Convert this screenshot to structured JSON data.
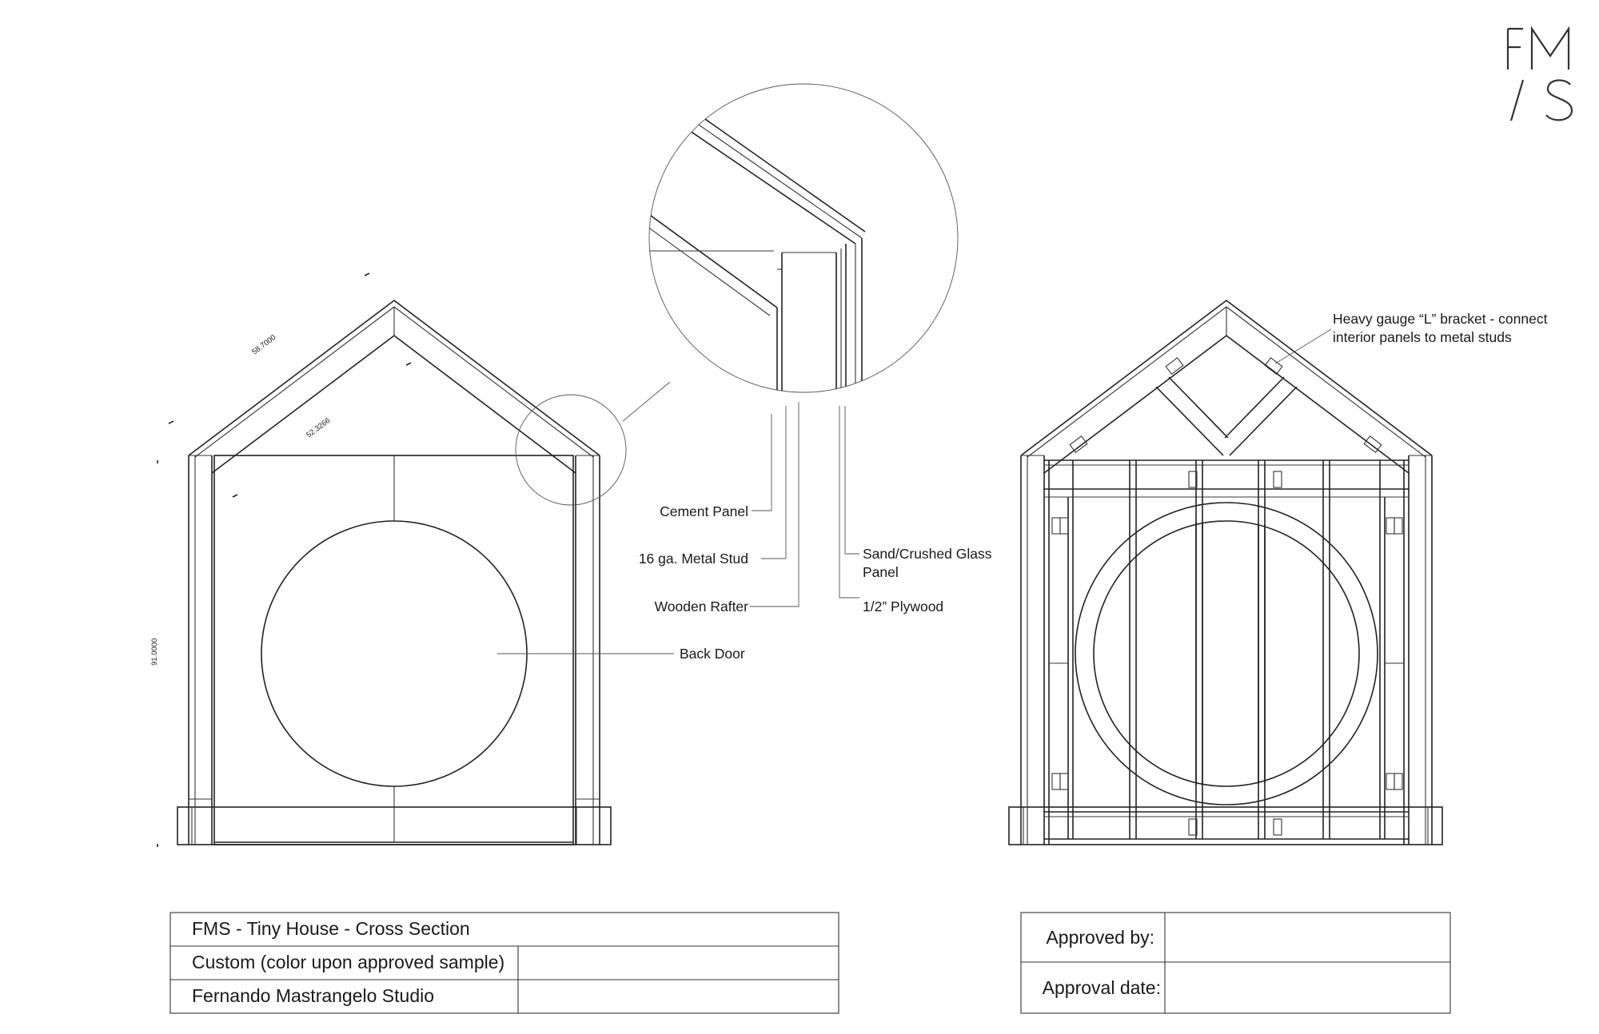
{
  "logo": {
    "line1": "FM",
    "line2": "/S"
  },
  "dimensions": {
    "roof_outer": "58.7000",
    "roof_inner": "52.3266",
    "wall_height": "91.0000"
  },
  "detail_labels": {
    "cement_panel": "Cement Panel",
    "metal_stud": "16 ga. Metal Stud",
    "wooden_rafter": "Wooden Rafter",
    "glass_panel_line1": "Sand/Crushed Glass",
    "glass_panel_line2": "Panel",
    "plywood": "1/2” Plywood",
    "back_door": "Back Door"
  },
  "bracket_note": {
    "line1": "Heavy gauge “L” bracket - connect",
    "line2": "interior panels to metal studs"
  },
  "title_block": {
    "title": "FMS - Tiny House - Cross Section",
    "finish": "Custom (color upon approved sample)",
    "studio": "Fernando Mastrangelo Studio"
  },
  "approval_block": {
    "approved_by": "Approved by:",
    "approval_date": "Approval date:"
  }
}
